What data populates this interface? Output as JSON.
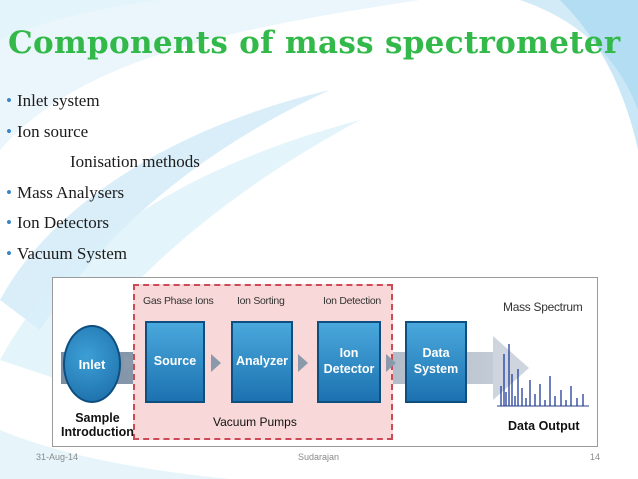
{
  "slide": {
    "title": "Components of mass spectrometer",
    "bullets": [
      {
        "text": "Inlet system",
        "level": 0
      },
      {
        "text": "Ion source",
        "level": 0
      },
      {
        "text": "Ionisation methods",
        "level": 1
      },
      {
        "text": "Mass Analysers",
        "level": 0
      },
      {
        "text": "Ion Detectors",
        "level": 0
      },
      {
        "text": "Vacuum System",
        "level": 0
      }
    ],
    "bullet_glyph": "•"
  },
  "diagram": {
    "top_labels": {
      "gas_phase": "Gas Phase Ions",
      "sorting": "Ion Sorting",
      "detection": "Ion Detection",
      "spectrum": "Mass Spectrum"
    },
    "inlet": "Inlet",
    "source": "Source",
    "analyzer": "Analyzer",
    "detector": "Ion\nDetector",
    "data_system": "Data\nSystem",
    "caption_left": "Sample\nIntroduction",
    "caption_vacuum": "Vacuum Pumps",
    "caption_right": "Data Output"
  },
  "footer": {
    "date": "31-Aug-14",
    "author": "Sudarajan",
    "page": "14"
  },
  "colors": {
    "title": "#33b94a",
    "bullet": "#3a86c4",
    "box": "#1c72b0",
    "vacuum_fill": "#f8d8d8",
    "vacuum_border": "#cc4a55"
  }
}
